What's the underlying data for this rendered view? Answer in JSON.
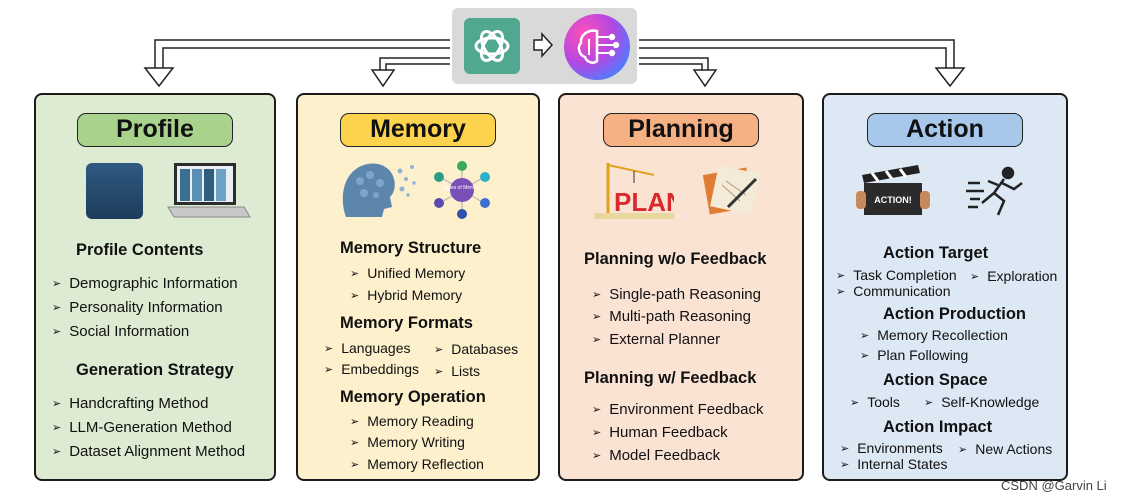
{
  "watermark": "CSDN @Garvin Li",
  "panels": {
    "profile": {
      "title": "Profile",
      "sections": [
        {
          "title": "Profile Contents",
          "items": [
            "Demographic Information",
            "Personality Information",
            "Social Information"
          ]
        },
        {
          "title": "Generation Strategy",
          "items": [
            "Handcrafting Method",
            "LLM-Generation Method",
            "Dataset  Alignment Method"
          ]
        }
      ]
    },
    "memory": {
      "title": "Memory",
      "sections": [
        {
          "title": "Memory Structure",
          "items": [
            "Unified Memory",
            "Hybrid Memory"
          ]
        },
        {
          "title": "Memory Formats",
          "items": [
            "Languages",
            "Databases",
            "Embeddings",
            "Lists"
          ]
        },
        {
          "title": "Memory Operation",
          "items": [
            "Memory Reading",
            "Memory Writing",
            "Memory Reflection"
          ]
        }
      ],
      "image_label": "Types of Memory"
    },
    "planning": {
      "title": "Planning",
      "sections": [
        {
          "title": "Planning w/o Feedback",
          "items": [
            "Single-path Reasoning",
            "Multi-path Reasoning",
            "External Planner"
          ]
        },
        {
          "title": "Planning w/ Feedback",
          "items": [
            "Environment Feedback",
            "Human Feedback",
            "Model Feedback"
          ]
        }
      ],
      "image_label": "PLAN"
    },
    "action": {
      "title": "Action",
      "sections": [
        {
          "title": "Action Target",
          "items": [
            "Task Completion",
            "Exploration",
            "Communication"
          ]
        },
        {
          "title": "Action Production",
          "items": [
            "Memory Recollection",
            "Plan Following"
          ]
        },
        {
          "title": "Action Space",
          "items": [
            "Tools",
            "Self-Knowledge"
          ]
        },
        {
          "title": "Action Impact",
          "items": [
            "Environments",
            "New Actions",
            "Internal States"
          ]
        }
      ],
      "image_label": "ACTION!"
    }
  },
  "icons": [
    "openai-logo",
    "arrow-right",
    "ai-brain-logo",
    "blue-square",
    "laptop-binders",
    "head-network",
    "memory-types-diagram",
    "crane-plan",
    "paper-pencil",
    "clapperboard",
    "running-person"
  ]
}
